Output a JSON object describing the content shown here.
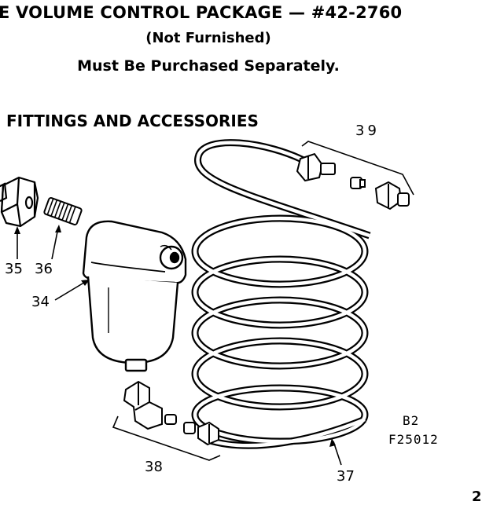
{
  "header": {
    "line1": "E VOLUME CONTROL PACKAGE — #42-2760",
    "line2": "(Not Furnished)",
    "line3": "Must Be Purchased Separately."
  },
  "section_title": "FITTINGS AND ACCESSORIES",
  "callouts": {
    "n35": "35",
    "n36": "36",
    "n34": "34",
    "n38": "38",
    "n37": "37",
    "n39": "39"
  },
  "figure_codes": {
    "code1": "B2",
    "code2": "F25012"
  },
  "page_number_fragment": "2"
}
